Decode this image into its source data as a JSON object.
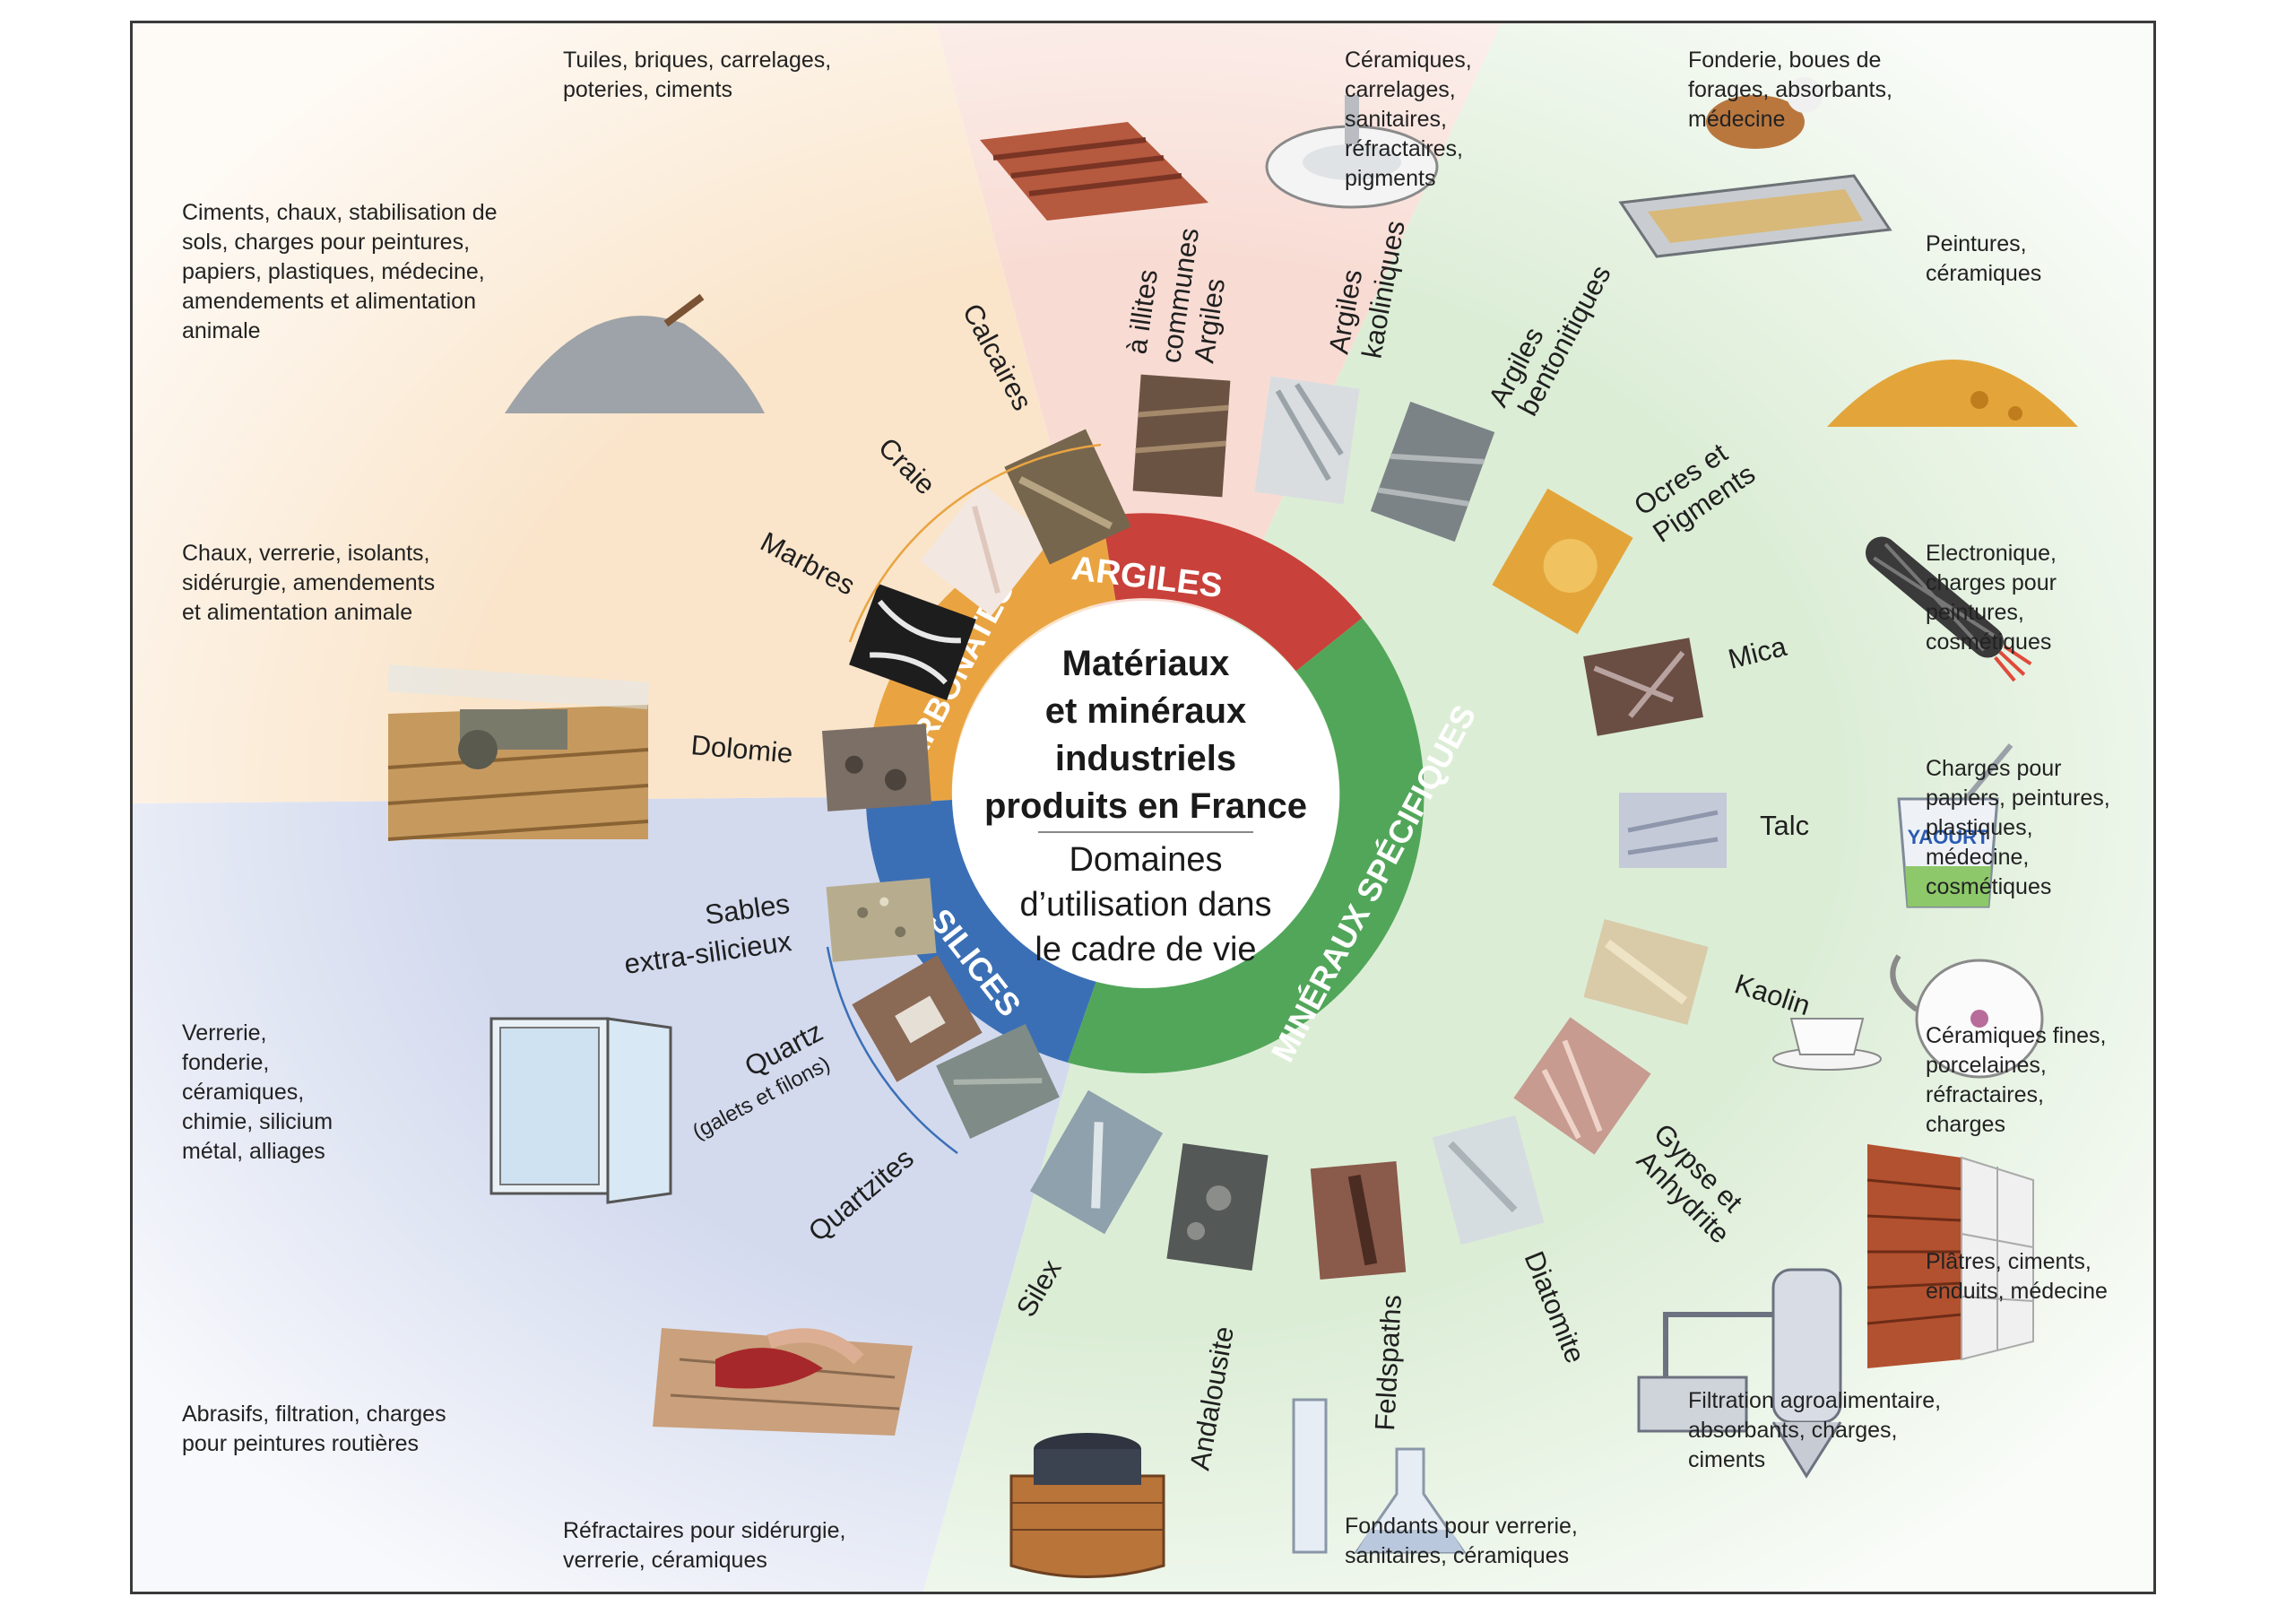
{
  "center": {
    "title_lines": [
      "Matériaux",
      "et minéraux",
      "industriels",
      "produits en France"
    ],
    "subtitle_lines": [
      "Domaines",
      "d’utilisation dans",
      "le cadre de vie"
    ]
  },
  "ring": {
    "argiles": "ARGILES",
    "carbonates": "CARBONATES",
    "silices": "SILICES",
    "mineraux": "MINÉRAUX SPÉCIFIQUES"
  },
  "colors": {
    "argiles": "#c9413b",
    "carbonates": "#e9a441",
    "silices": "#3b6fb5",
    "mineraux": "#52a65a",
    "argiles_bg": "#f6d2c9",
    "carbonates_bg": "#f9dfbf",
    "silices_bg": "#c9d2ea",
    "mineraux_bg": "#d3e9cd"
  },
  "minerals": {
    "argiles_communes": [
      "Argiles",
      "communes",
      "à illites"
    ],
    "argiles_kaoliniques": [
      "Argiles",
      "kaoliniques"
    ],
    "argiles_bentonitiques": [
      "Argiles",
      "bentonitiques"
    ],
    "ocres": [
      "Ocres et",
      "Pigments"
    ],
    "mica": "Mica",
    "talc": "Talc",
    "kaolin": "Kaolin",
    "gypse": [
      "Gypse et",
      "Anhydrite"
    ],
    "diatomite": "Diatomite",
    "feldspaths": "Feldspaths",
    "andalousite": "Andalousite",
    "silex": "Silex",
    "quartzites": "Quartzites",
    "quartz": "Quartz",
    "quartz_sub": "(galets et filons)",
    "sables": [
      "Sables",
      "extra-silicieux"
    ],
    "dolomie": "Dolomie",
    "marbres": "Marbres",
    "craie": "Craie",
    "calcaires": "Calcaires"
  },
  "uses": {
    "tuiles": "Tuiles, briques, carrelages,\npoteries, ciments",
    "ceramiques": "Céramiques,\ncarrelages,\nsanitaires,\nréfractaires,\npigments",
    "fonderie": "Fonderie, boues de\nforages, absorbants,\nmédecine",
    "peintures": "Peintures,\ncéramiques",
    "electronique": "Electronique,\ncharges pour\npeintures,\ncosmétiques",
    "charges": "Charges pour\npapiers, peintures,\nplastiques,\nmédecine,\ncosmétiques",
    "ceramiques_fines": "Céramiques fines,\nporcelaines,\nréfractaires,\ncharges",
    "platres": "Plâtres, ciments,\nenduits, médecine",
    "filtration": "Filtration agroalimentaire,\nabsorbants, charges,\nciments",
    "fondants": "Fondants pour verrerie,\nsanitaires, céramiques",
    "refractaires": "Réfractaires pour sidérurgie,\nverrerie, céramiques",
    "abrasifs": "Abrasifs, filtration, charges\npour peintures routières",
    "verrerie": "Verrerie,\nfonderie,\ncéramiques,\nchimie, silicium\nmétal, alliages",
    "chaux": "Chaux, verrerie, isolants,\nsidérurgie, amendements\net alimentation animale",
    "ciments": "Ciments, chaux, stabilisation de\nsols, charges pour peintures,\npapiers, plastiques, médecine,\namendements et alimentation\nanimale"
  },
  "icons": {
    "tiles": "roof-tiles-icon",
    "sink": "sink-icon",
    "cat": "cat-litter-icon",
    "powder": "ochre-powder-icon",
    "cable": "cable-icon",
    "yogurt": "yogurt-icon",
    "label": "YAOURT",
    "teapot": "teapot-icon",
    "wall": "wall-icon",
    "filter": "filtration-machine-icon",
    "flask": "glassware-icon",
    "kiln": "furnace-icon",
    "sanding": "sanding-hand-icon",
    "window": "window-icon",
    "field": "tractor-field-icon",
    "pile": "cement-pile-icon"
  }
}
